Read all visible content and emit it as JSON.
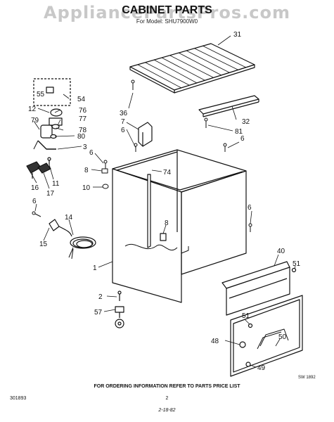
{
  "header": {
    "watermark": "AppliancePartsPros.com",
    "title": "CABINET PARTS",
    "subtitle": "For Model: SHU7900W0"
  },
  "diagram_code": "SW 1892",
  "footer": {
    "notice": "FOR ORDERING INFORMATION REFER TO PARTS PRICE LIST",
    "left_code": "301893",
    "page_number": "2",
    "sign": "2-18-82"
  },
  "callouts": [
    {
      "id": "31",
      "text": "31"
    },
    {
      "id": "36",
      "text": "36"
    },
    {
      "id": "32",
      "text": "32"
    },
    {
      "id": "81",
      "text": "81"
    },
    {
      "id": "6a",
      "text": "6"
    },
    {
      "id": "7",
      "text": "7"
    },
    {
      "id": "6b",
      "text": "6"
    },
    {
      "id": "55",
      "text": "55"
    },
    {
      "id": "54",
      "text": "54"
    },
    {
      "id": "12",
      "text": "12"
    },
    {
      "id": "76",
      "text": "76"
    },
    {
      "id": "79",
      "text": "79"
    },
    {
      "id": "77",
      "text": "77"
    },
    {
      "id": "78",
      "text": "78"
    },
    {
      "id": "80",
      "text": "80"
    },
    {
      "id": "3",
      "text": "3"
    },
    {
      "id": "6c",
      "text": "6"
    },
    {
      "id": "8a",
      "text": "8"
    },
    {
      "id": "74",
      "text": "74"
    },
    {
      "id": "10",
      "text": "10"
    },
    {
      "id": "11",
      "text": "11"
    },
    {
      "id": "16",
      "text": "16"
    },
    {
      "id": "17",
      "text": "17"
    },
    {
      "id": "6d",
      "text": "6"
    },
    {
      "id": "6e",
      "text": "6"
    },
    {
      "id": "14",
      "text": "14"
    },
    {
      "id": "15",
      "text": "15"
    },
    {
      "id": "8b",
      "text": "8"
    },
    {
      "id": "1",
      "text": "1"
    },
    {
      "id": "40",
      "text": "40"
    },
    {
      "id": "51a",
      "text": "51"
    },
    {
      "id": "2",
      "text": "2"
    },
    {
      "id": "57",
      "text": "57"
    },
    {
      "id": "51b",
      "text": "51"
    },
    {
      "id": "50",
      "text": "50"
    },
    {
      "id": "48",
      "text": "48"
    },
    {
      "id": "49",
      "text": "49"
    }
  ]
}
